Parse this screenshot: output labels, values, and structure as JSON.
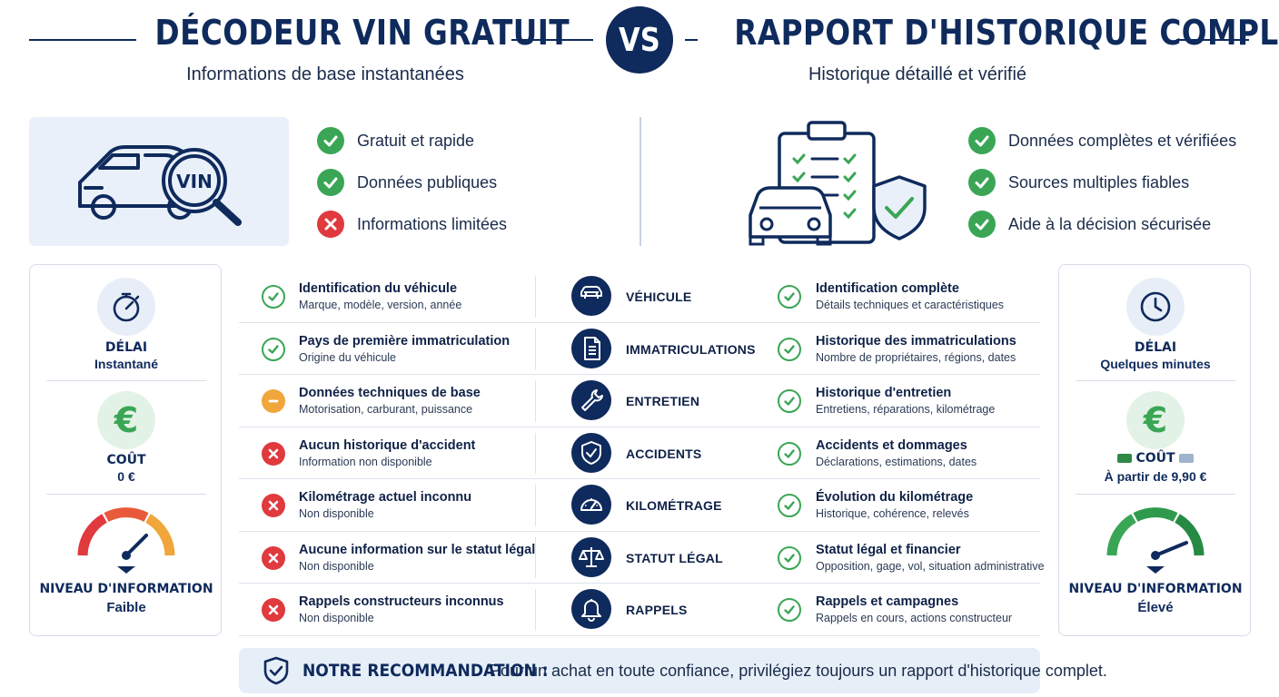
{
  "header": {
    "left_title": "DÉCODEUR VIN GRATUIT",
    "left_subtitle": "Informations de base instantanées",
    "vs_label": "VS",
    "right_title": "RAPPORT D'HISTORIQUE COMPLET",
    "right_subtitle": "Historique détaillé et vérifié"
  },
  "left_features": [
    {
      "text": "Gratuit et rapide",
      "status": "ok"
    },
    {
      "text": "Données publiques",
      "status": "ok"
    },
    {
      "text": "Informations limitées",
      "status": "no"
    }
  ],
  "right_features": [
    {
      "text": "Données complètes et vérifiées",
      "status": "ok"
    },
    {
      "text": "Sources multiples fiables",
      "status": "ok"
    },
    {
      "text": "Aide à la décision sécurisée",
      "status": "ok"
    }
  ],
  "hero": {
    "vin_badge": "VIN"
  },
  "left_card": {
    "delay_label": "DÉLAI",
    "delay_value": "Instantané",
    "cost_label": "COÛT",
    "cost_value": "0 €",
    "euro_symbol": "€",
    "info_label": "NIVEAU D'INFORMATION",
    "info_value": "Faible",
    "info_level": 0.75
  },
  "right_card": {
    "delay_label": "DÉLAI",
    "delay_value": "Quelques minutes",
    "cost_label": "COÛT",
    "cost_value": "À partir de 9,90 €",
    "euro_symbol": "€",
    "info_label": "NIVEAU D'INFORMATION",
    "info_value": "Élevé",
    "info_level": 0.85
  },
  "rows": [
    {
      "left_title": "Identification du véhicule",
      "left_sub": "Marque, modèle, version, année",
      "left_status": "ok",
      "category": "VÉHICULE",
      "icon": "car-icon",
      "right_title": "Identification complète",
      "right_sub": "Détails techniques et caractéristiques"
    },
    {
      "left_title": "Pays de première immatriculation",
      "left_sub": "Origine du véhicule",
      "left_status": "ok",
      "category": "IMMATRICULATIONS",
      "icon": "document-icon",
      "right_title": "Historique des immatriculations",
      "right_sub": "Nombre de propriétaires, régions, dates"
    },
    {
      "left_title": "Données techniques de base",
      "left_sub": "Motorisation, carburant, puissance",
      "left_status": "partial",
      "category": "ENTRETIEN",
      "icon": "wrench-icon",
      "right_title": "Historique d'entretien",
      "right_sub": "Entretiens, réparations, kilométrage"
    },
    {
      "left_title": "Aucun historique d'accident",
      "left_sub": "Information non disponible",
      "left_status": "no",
      "category": "ACCIDENTS",
      "icon": "shield-icon",
      "right_title": "Accidents et dommages",
      "right_sub": "Déclarations, estimations, dates"
    },
    {
      "left_title": "Kilométrage actuel inconnu",
      "left_sub": "Non disponible",
      "left_status": "no",
      "category": "KILOMÉTRAGE",
      "icon": "gauge-icon",
      "right_title": "Évolution du kilométrage",
      "right_sub": "Historique, cohérence, relevés"
    },
    {
      "left_title": "Aucune information sur le statut légal",
      "left_sub": "Non disponible",
      "left_status": "no",
      "category": "STATUT LÉGAL",
      "icon": "scales-icon",
      "right_title": "Statut légal et financier",
      "right_sub": "Opposition, gage, vol, situation administrative"
    },
    {
      "left_title": "Rappels constructeurs inconnus",
      "left_sub": "Non disponible",
      "left_status": "no",
      "category": "RAPPELS",
      "icon": "bell-icon",
      "right_title": "Rappels et campagnes",
      "right_sub": "Rappels en cours, actions constructeur"
    }
  ],
  "recommendation": {
    "title": "NOTRE RECOMMANDATION :",
    "text": "Pour un achat en toute confiance, privilégiez toujours un rapport d'historique complet."
  },
  "colors": {
    "navy": "#0f2a5c",
    "green": "#3aa655",
    "red": "#e0393e",
    "orange": "#f0a63a",
    "light_blue": "#e9f0fa"
  }
}
